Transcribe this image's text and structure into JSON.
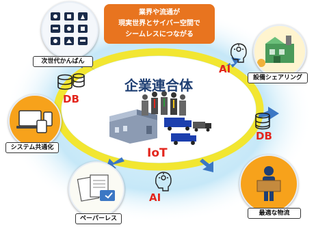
{
  "colors": {
    "ring_yellow": "#f2e631",
    "arrow_blue": "#3c77c4",
    "callout_orange": "#e8741f",
    "accent_red": "#e3261d",
    "title_navy": "#1f3f73"
  },
  "callout": {
    "line1": "業界や流通が",
    "line2": "現実世界とサイバー空間で",
    "line3": "シームレスにつながる"
  },
  "center": {
    "title": "企業連合体"
  },
  "ring_labels": {
    "ai_top": "AI",
    "db_left": "DB",
    "db_right": "DB",
    "iot": "IoT",
    "ai_bottom": "AI"
  },
  "nodes": [
    {
      "label": "次世代かんばん",
      "icon": "kanban-grid-icon"
    },
    {
      "label": "設備シェアリング",
      "icon": "factory-icon"
    },
    {
      "label": "システム共通化",
      "icon": "devices-icon"
    },
    {
      "label": "最適な物流",
      "icon": "delivery-worker-icon"
    },
    {
      "label": "ペーパーレス",
      "icon": "documents-icon"
    }
  ]
}
